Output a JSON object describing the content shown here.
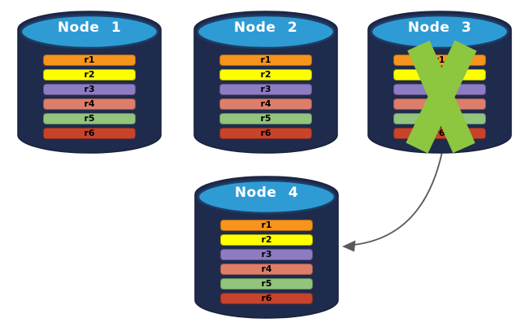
{
  "diagram": {
    "nodes": [
      {
        "label": "Node 1",
        "failed": false,
        "replicas": [
          "r1",
          "r2",
          "r3",
          "r4",
          "r5",
          "r6"
        ]
      },
      {
        "label": "Node 2",
        "failed": false,
        "replicas": [
          "r1",
          "r2",
          "r3",
          "r4",
          "r5",
          "r6"
        ]
      },
      {
        "label": "Node 3",
        "failed": true,
        "replicas": [
          "r1",
          "r2",
          "r3",
          "r4",
          "r5",
          "r6"
        ]
      },
      {
        "label": "Node 4",
        "failed": false,
        "replicas": [
          "r1",
          "r2",
          "r3",
          "r4",
          "r5",
          "r6"
        ]
      }
    ],
    "replica_colors": [
      "#F7941E",
      "#FFFF00",
      "#8E7CC3",
      "#DD7E6B",
      "#93C47D",
      "#C7432B"
    ],
    "colors": {
      "cylinder_body": "#1F2B4D",
      "cylinder_stroke": "#16213C",
      "cylinder_top": "#2F9BD4",
      "cylinder_top_stroke": "#1C3E66",
      "failure_cross": "#8DC63F",
      "arrow": "#595959",
      "node_label_text": "#FFFFFF",
      "replica_label_text": "#000000",
      "background": "#FFFFFF"
    }
  }
}
